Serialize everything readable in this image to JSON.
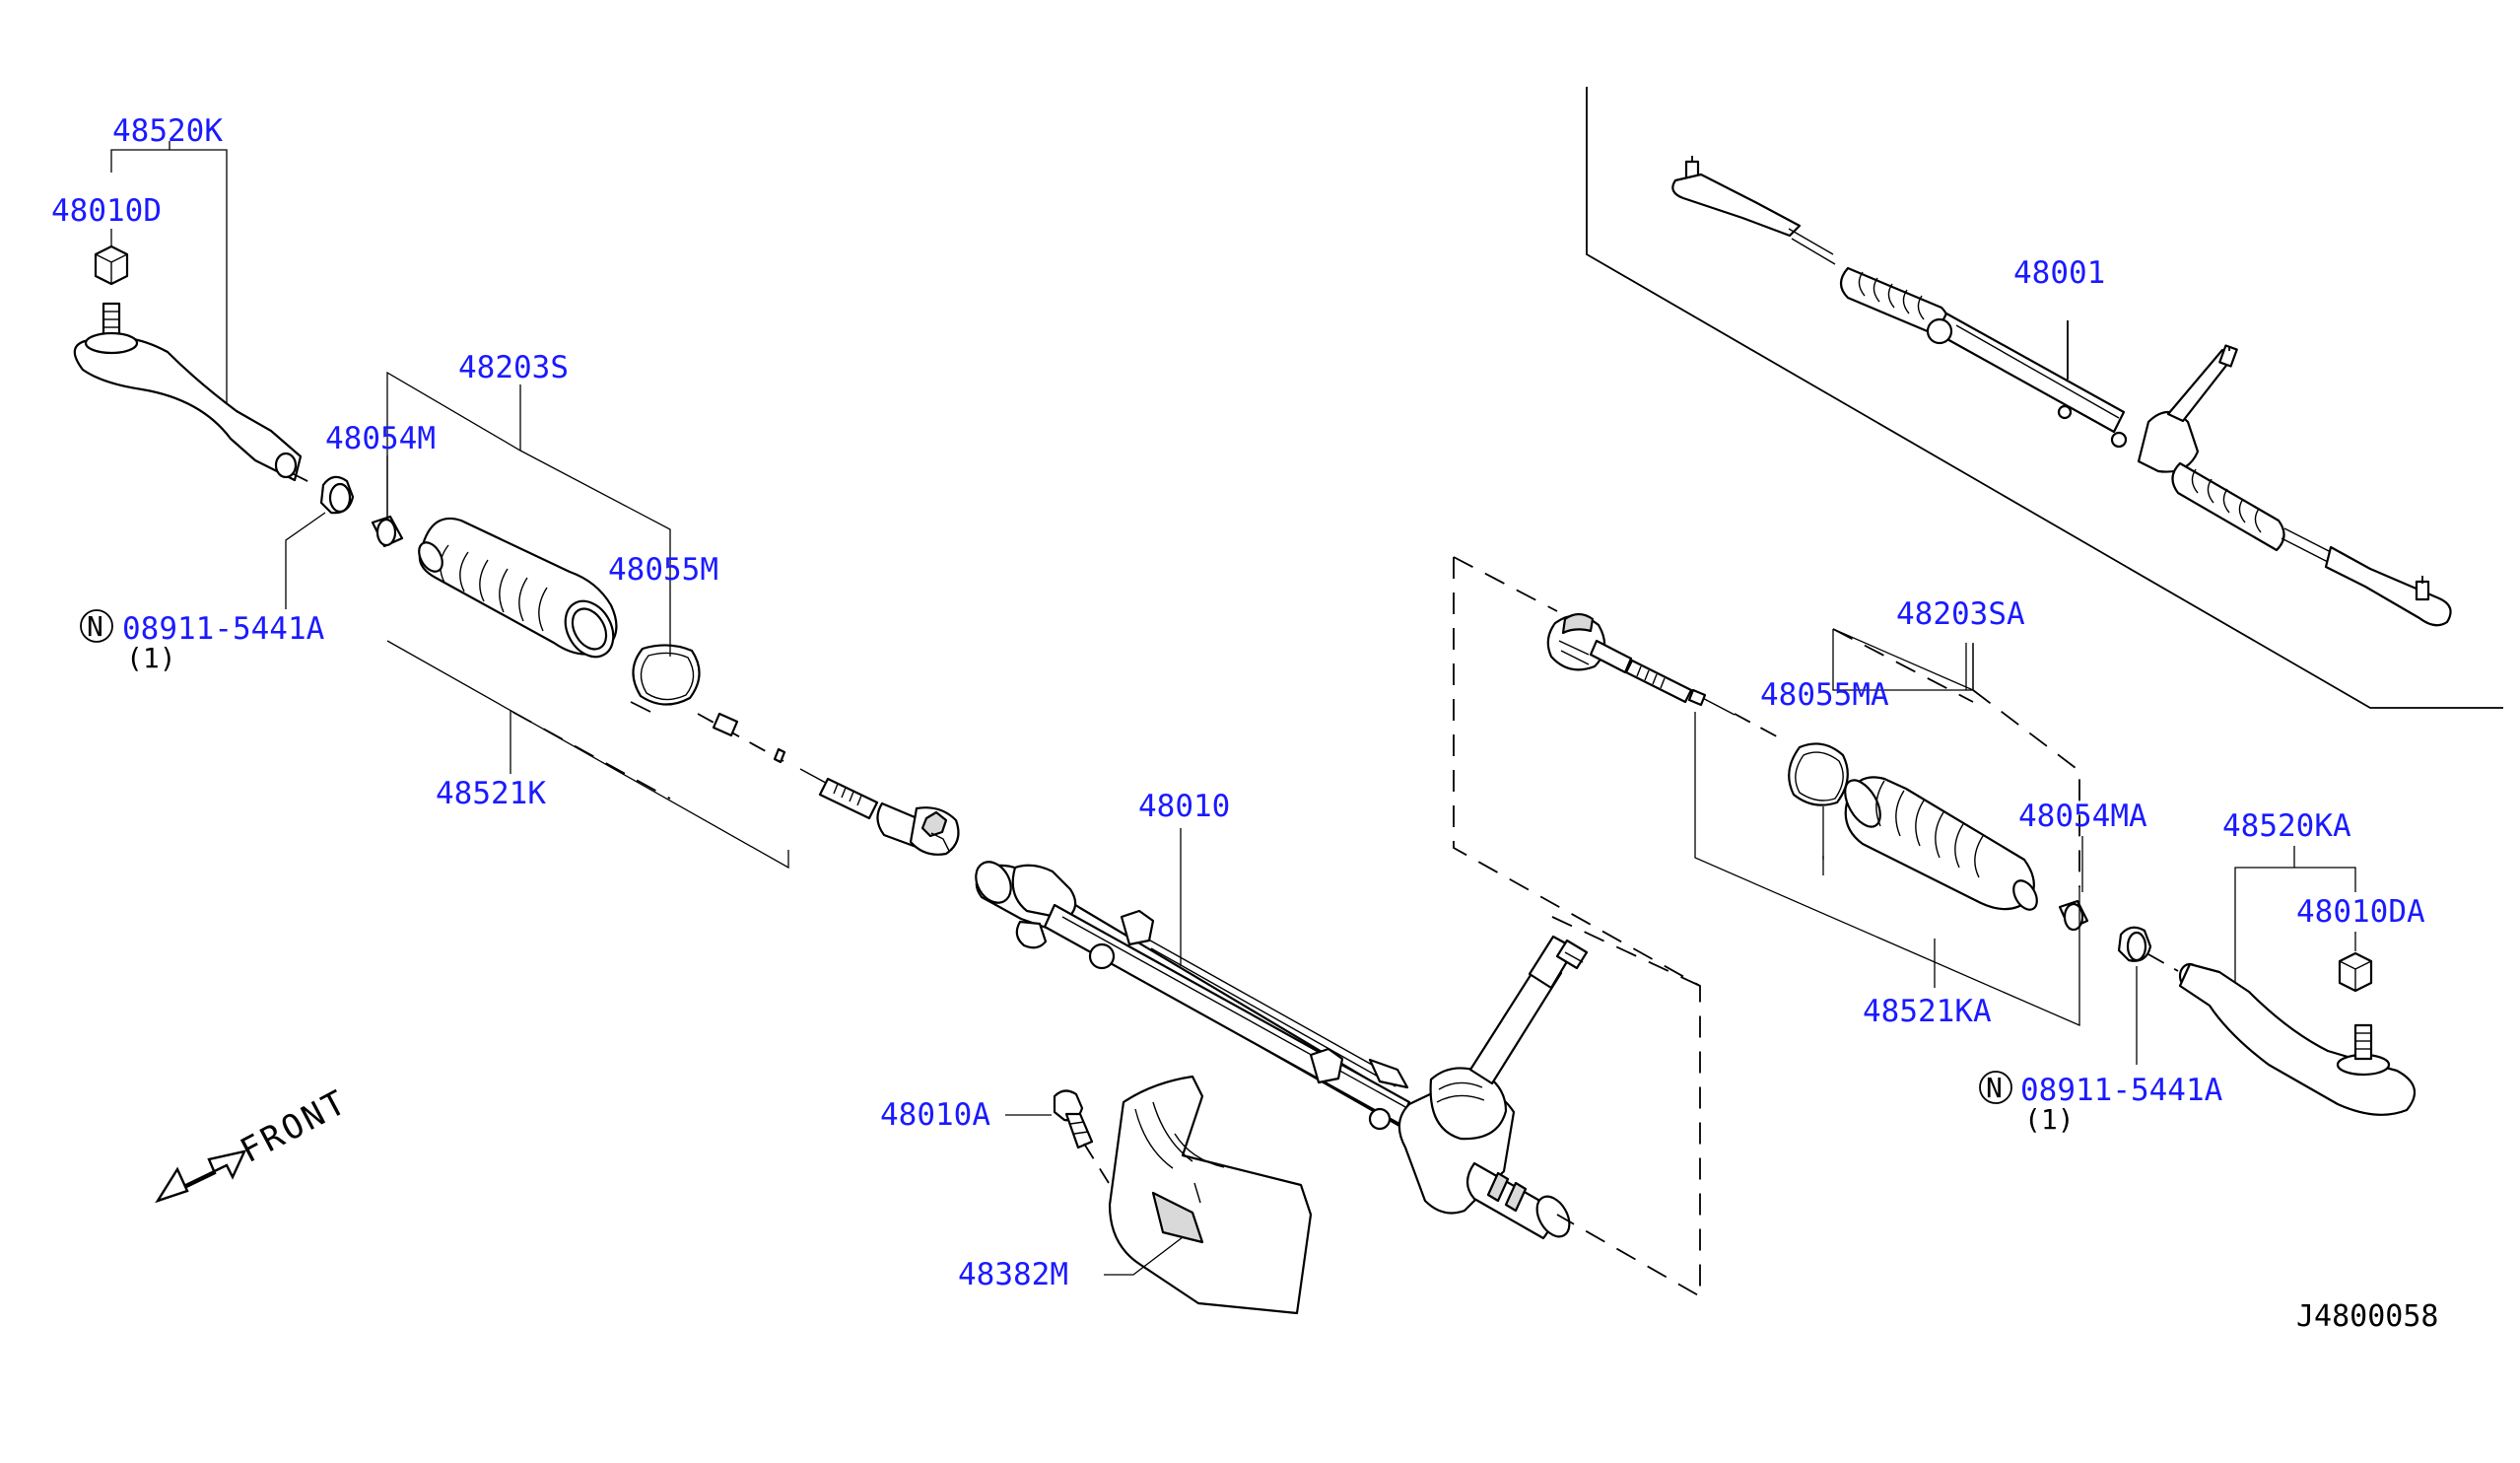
{
  "diagram_id": "J4800058",
  "front_label": "FRONT",
  "colors": {
    "label": "#1a1aff",
    "line": "#000000",
    "background": "#ffffff"
  },
  "parts": {
    "p48520K": "48520K",
    "p48010D": "48010D",
    "p08911_left": "08911-5441A",
    "qty_left": "(1)",
    "p48054M": "48054M",
    "p48203S": "48203S",
    "p48055M": "48055M",
    "p48521K": "48521K",
    "p48010": "48010",
    "p48010A": "48010A",
    "p48382M": "48382M",
    "p48001": "48001",
    "p48203SA": "48203SA",
    "p48055MA": "48055MA",
    "p48054MA": "48054MA",
    "p48521KA": "48521KA",
    "p48520KA": "48520KA",
    "p48010DA": "48010DA",
    "p08911_right": "08911-5441A",
    "qty_right": "(1)"
  },
  "icons": {
    "nut_marker": "N",
    "front_arrow": "front-arrow-icon"
  }
}
